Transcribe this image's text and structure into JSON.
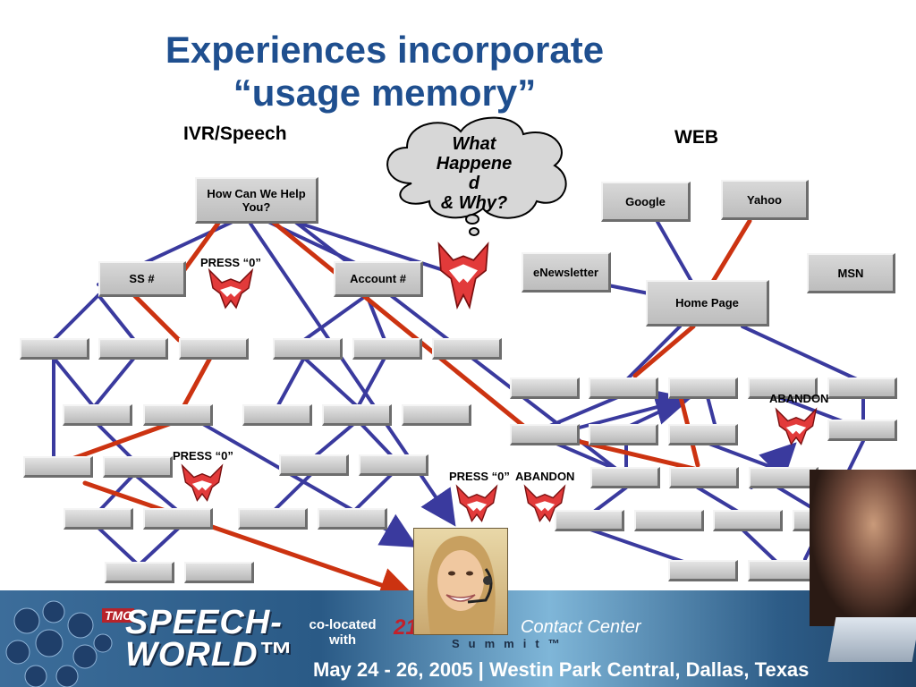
{
  "title": {
    "line1": "Experiences incorporate",
    "line2": "“usage memory”"
  },
  "sections": {
    "ivr": "IVR/Speech",
    "web": "WEB"
  },
  "cloud": {
    "line1": "What",
    "line2": "Happene",
    "line3": "d",
    "line4": "& Why?"
  },
  "ivr_nodes": {
    "help": "How Can We Help You?",
    "ss": "SS #",
    "account": "Account #"
  },
  "web_nodes": {
    "google": "Google",
    "yahoo": "Yahoo",
    "enewsletter": "eNewsletter",
    "msn": "MSN",
    "home": "Home Page"
  },
  "annotations": {
    "press0_top": "PRESS “0”",
    "press0_left": "PRESS “0”",
    "press0_center": "PRESS “0”",
    "abandon_center": "ABANDON",
    "abandon_right": "ABANDON"
  },
  "banner": {
    "tmc": "TMC",
    "logo_line1": "SPEECH-",
    "logo_line2": "WORLD™",
    "colocated_line1": "co-located",
    "colocated_line2": "with",
    "ccs_part1": "21",
    "ccs_part2": "Contact Center",
    "summit": "Summit™",
    "dates": "May 24 - 26, 2005   |  Westin Park Central, Dallas, Texas"
  },
  "colors": {
    "title": "#1f4f8f",
    "blue_path": "#3a3a9e",
    "red_path": "#cc3311",
    "box_face": "#c8c8c8"
  },
  "icons": [
    "fox-icon",
    "thought-cloud-icon",
    "agent-photo",
    "arrow-icon"
  ]
}
